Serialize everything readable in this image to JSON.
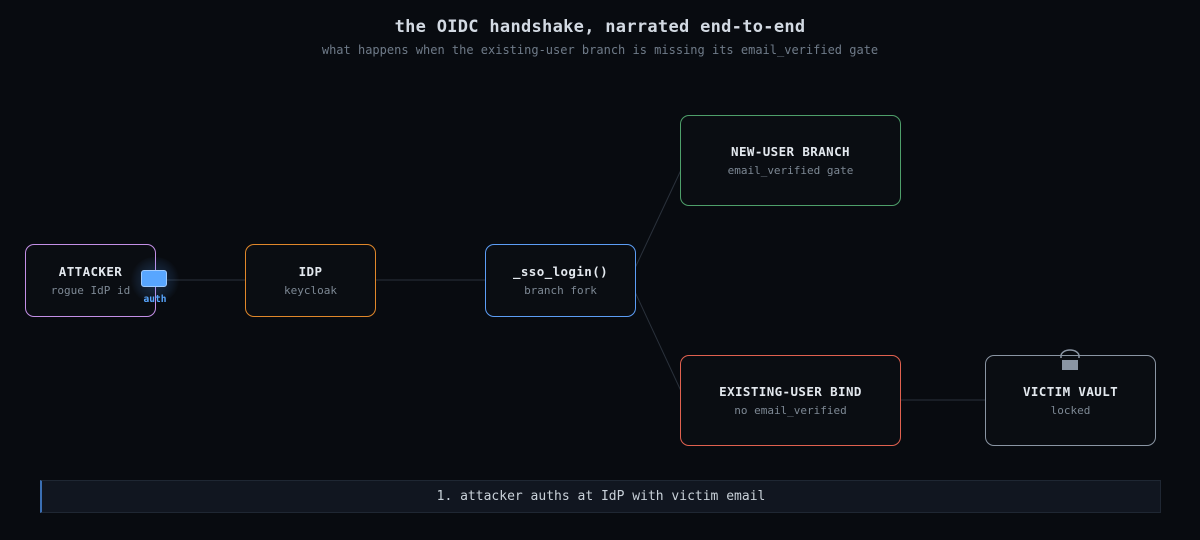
{
  "header": {
    "title": "the OIDC handshake, narrated end-to-end",
    "subtitle": "what happens when the existing-user branch is missing its email_verified gate"
  },
  "nodes": {
    "attacker": {
      "name": "ATTACKER",
      "sub": "rogue IdP id",
      "color": "#c38fe6"
    },
    "idp": {
      "name": "IDP",
      "sub": "keycloak",
      "color": "#e0872a"
    },
    "sso_login": {
      "name": "_sso_login()",
      "sub": "branch fork",
      "color": "#5c9df5"
    },
    "new_user": {
      "name": "NEW-USER BRANCH",
      "sub": "email_verified gate",
      "color": "#4e9f6a"
    },
    "existing_user": {
      "name": "EXISTING-USER BIND",
      "sub": "no email_verified",
      "color": "#e0614f"
    },
    "victim_vault": {
      "name": "VICTIM VAULT",
      "sub": "locked",
      "color": "#8a95a3"
    }
  },
  "token": {
    "label": "auth",
    "color": "#58a6ff",
    "icon": "token-chip-icon"
  },
  "lock_icon": "padlock-icon",
  "narration": {
    "step": "1. attacker auths at IdP with victim email"
  }
}
